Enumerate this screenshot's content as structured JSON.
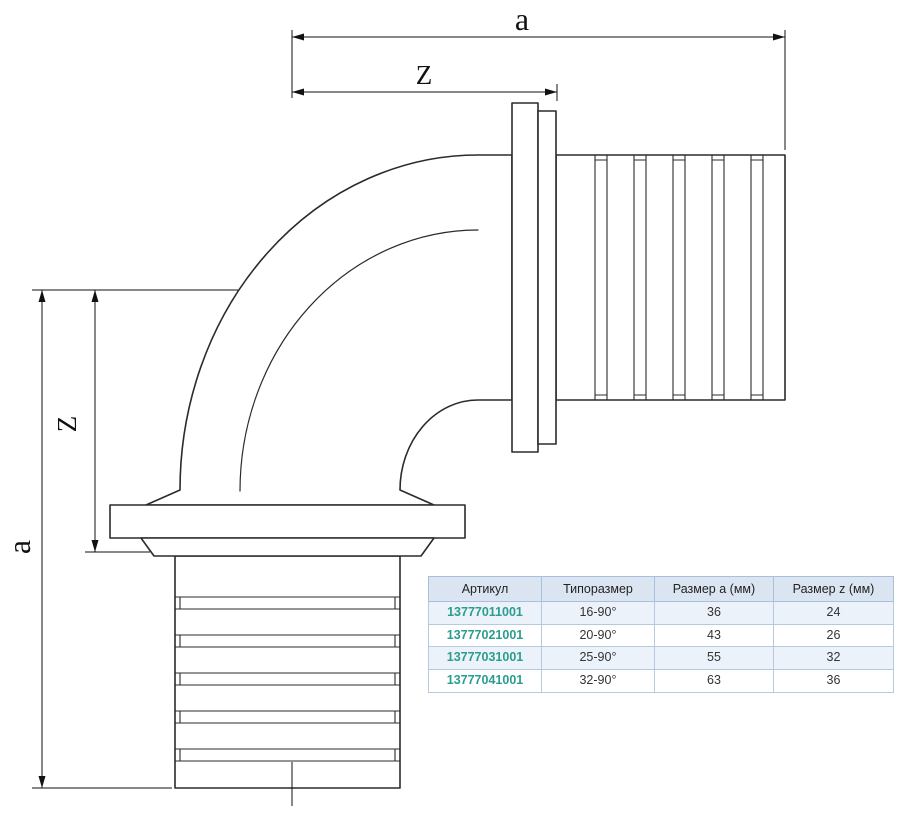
{
  "drawing": {
    "labels": {
      "top_a": "a",
      "top_z": "Z",
      "left_a": "a",
      "left_z": "Z"
    },
    "line_color": "#2b2b2b",
    "dimension_color": "#111111"
  },
  "table": {
    "headers": [
      "Артикул",
      "Типоразмер",
      "Размер a (мм)",
      "Размер z (мм)"
    ],
    "rows": [
      {
        "article": "13777011001",
        "type_size": "16-90°",
        "size_a": "36",
        "size_z": "24"
      },
      {
        "article": "13777021001",
        "type_size": "20-90°",
        "size_a": "43",
        "size_z": "26"
      },
      {
        "article": "13777031001",
        "type_size": "25-90°",
        "size_a": "55",
        "size_z": "32"
      },
      {
        "article": "13777041001",
        "type_size": "32-90°",
        "size_a": "63",
        "size_z": "36"
      }
    ],
    "article_color": "#2a9d8f",
    "header_bg": "#dbe5f1",
    "border_color": "#a9bfdc",
    "row_alt_bg": "#ecf2f9"
  }
}
